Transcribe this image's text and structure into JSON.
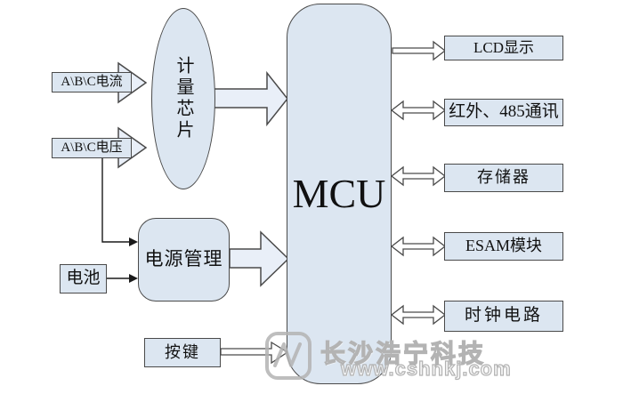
{
  "diagram": {
    "type": "block-diagram",
    "nodes": {
      "current": {
        "label": "A\\B\\C电流"
      },
      "voltage": {
        "label": "A\\B\\C电压"
      },
      "metering_chip": {
        "label": "计量芯片"
      },
      "battery": {
        "label": "电池"
      },
      "power_mgmt": {
        "label": "电源管理"
      },
      "keys": {
        "label": "按键"
      },
      "mcu": {
        "label": "MCU"
      },
      "lcd": {
        "label": "LCD显示"
      },
      "comm": {
        "label": "红外、485通讯"
      },
      "memory": {
        "label": "存储器"
      },
      "esam": {
        "label": "ESAM模块"
      },
      "clock": {
        "label": "时钟电路"
      }
    },
    "colors": {
      "node_fill": "#dce6f1",
      "arrow_fill": "#e9eff8",
      "stroke": "#4a4a4a",
      "watermark": "#b3b3b3"
    },
    "watermark": {
      "line1": "长沙浩宁科技",
      "line2": "www.cshnkj.com",
      "logo": "hn-logo"
    }
  }
}
